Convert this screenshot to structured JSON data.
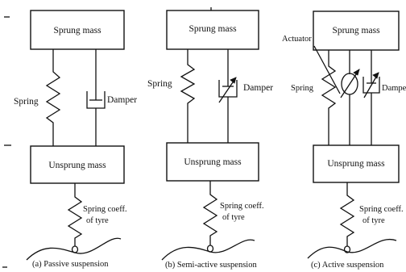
{
  "panels": [
    {
      "sprung_label": "Sprung mass",
      "unsprung_label": "Unsprung mass",
      "spring_label": "Spring",
      "damper_label": "Damper",
      "tyre_label_line1": "Spring coeff.",
      "tyre_label_line2": "of tyre",
      "caption": "(a) Passive suspension"
    },
    {
      "sprung_label": "Sprung mass",
      "unsprung_label": "Unsprung mass",
      "spring_label": "Spring",
      "damper_label": "Damper",
      "tyre_label_line1": "Spring coeff.",
      "tyre_label_line2": "of tyre",
      "caption": "(b) Semi-active suspension"
    },
    {
      "sprung_label": "Sprung mass",
      "unsprung_label": "Unsprung mass",
      "spring_label": "Spring",
      "damper_label": "Dampe",
      "actuator_label": "Actuator",
      "tyre_label_line1": "Spring coeff.",
      "tyre_label_line2": "of tyre",
      "caption": "(c) Active suspension"
    }
  ]
}
